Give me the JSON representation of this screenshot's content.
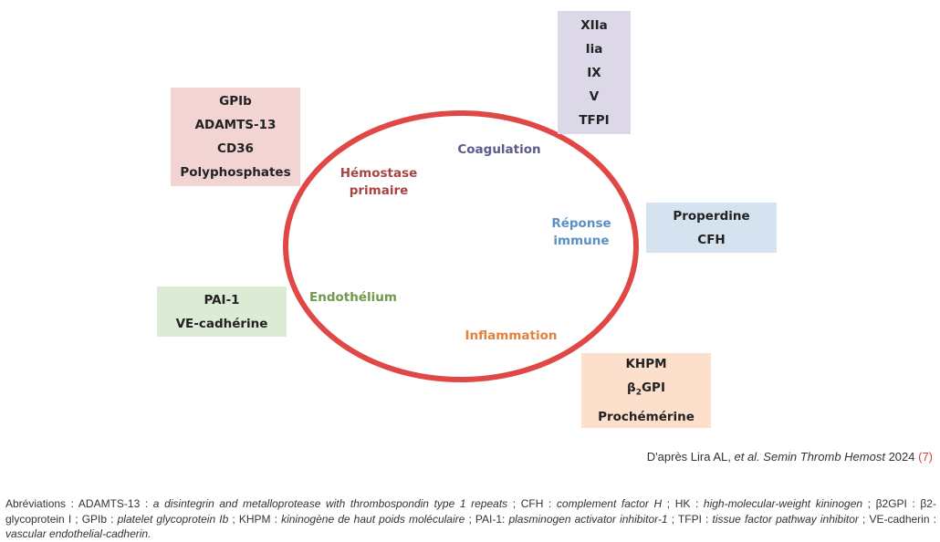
{
  "colors": {
    "ring": "#e04848",
    "hemostase": "#a84444",
    "coagulation": "#5b5b8c",
    "immune": "#5b8fc6",
    "endothelium": "#6f9a4a",
    "inflammation": "#e2823a"
  },
  "center_labels": {
    "hemostase": [
      "Hémostase",
      "primaire"
    ],
    "coagulation": "Coagulation",
    "immune": [
      "Réponse",
      "immune"
    ],
    "endothelium": "Endothélium",
    "inflammation": "Inflammation"
  },
  "boxes": {
    "hemostase": [
      "GPIb",
      "ADAMTS-13",
      "CD36",
      "Polyphosphates"
    ],
    "coagulation": [
      "XIIa",
      "Iia",
      "IX",
      "V",
      "TFPI"
    ],
    "immune": [
      "Properdine",
      "CFH"
    ],
    "endothelium": [
      "PAI-1",
      "VE-cadhérine"
    ],
    "inflammation": [
      "KHPM",
      "β",
      "2",
      "GPI",
      "Prochémérine"
    ]
  },
  "source": {
    "text": "D'après Lira AL, ",
    "etal": "et al. Semin Thromb Hemost",
    "year": " 2024 ",
    "ref": "(7)"
  },
  "abbreviations": [
    {
      "t": "Abréviations : ADAMTS-13 : ",
      "i": "a disintegrin and metalloprotease with thrombospondin type 1 repeats"
    },
    {
      "t": " ; CFH : ",
      "i": "complement factor H"
    },
    {
      "t": " ; HK : ",
      "i": "high-molecular-weight kininogen"
    },
    {
      "t": " ; β2GPI : β2-glycoprotein I ; GPIb : ",
      "i": "platelet glycoprotein Ib"
    },
    {
      "t": " ; KHPM : ",
      "i": "kininogène de haut poids moléculaire"
    },
    {
      "t": " ; PAI-1: ",
      "i": "plasminogen activator inhibitor-1"
    },
    {
      "t": " ; TFPI : ",
      "i": "tissue factor pathway inhibitor"
    },
    {
      "t": " ; VE-cadherin : ",
      "i": "vascular endothelial-cadherin."
    }
  ]
}
